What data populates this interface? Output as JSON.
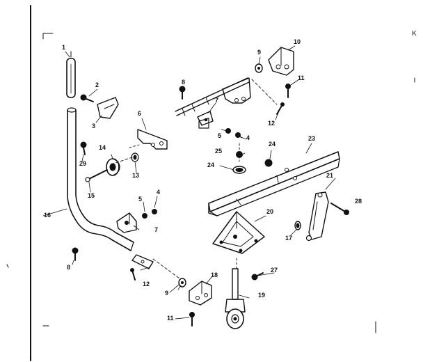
{
  "corner_mark": "K",
  "labels": {
    "p1": "1",
    "p2": "2",
    "p3": "3",
    "p4a": "4",
    "p4b": "4",
    "p5a": "5",
    "p5b": "5",
    "p6": "6",
    "p7a": "7",
    "p7b": "7",
    "p8a": "8",
    "p8b": "8",
    "p9a": "9",
    "p9b": "9",
    "p10": "10",
    "p11a": "11",
    "p11b": "11",
    "p12a": "12",
    "p12b": "12",
    "p13": "13",
    "p14": "14",
    "p15": "15",
    "p16": "16",
    "p17": "17",
    "p18": "18",
    "p19": "19",
    "p20": "20",
    "p21": "21",
    "p23": "23",
    "p24a": "24",
    "p24b": "24",
    "p25": "25",
    "p27": "27",
    "p28": "28",
    "p29": "29"
  },
  "colors": {
    "ink": "#111111",
    "paper": "#ffffff"
  }
}
